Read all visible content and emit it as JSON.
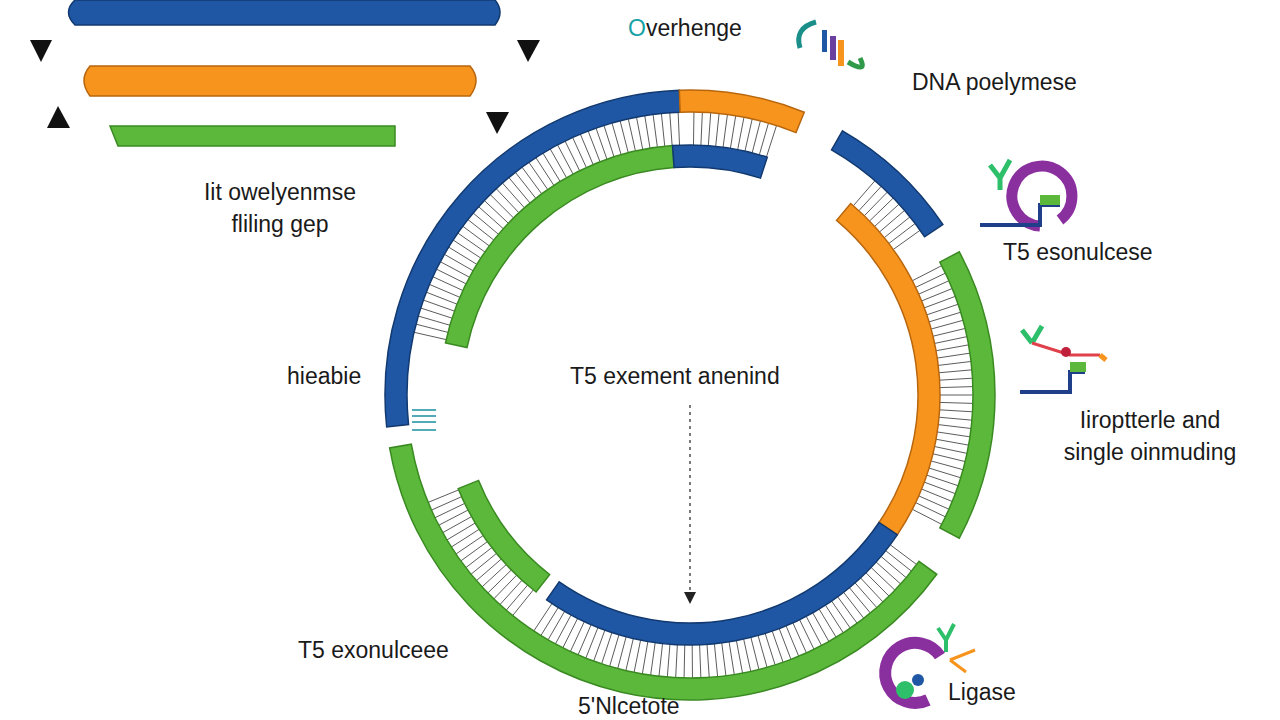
{
  "diagram": {
    "labels": [
      "Overhenge",
      "DNA poelymese",
      "Iit owelyenmse fliling gep",
      "T5 esonulcese",
      "hieabie",
      "T5 exement anenind",
      "Iiroptterle and single oinmuding",
      "T5 exonulceee",
      "Ligase",
      "5'Nlcetote"
    ]
  }
}
